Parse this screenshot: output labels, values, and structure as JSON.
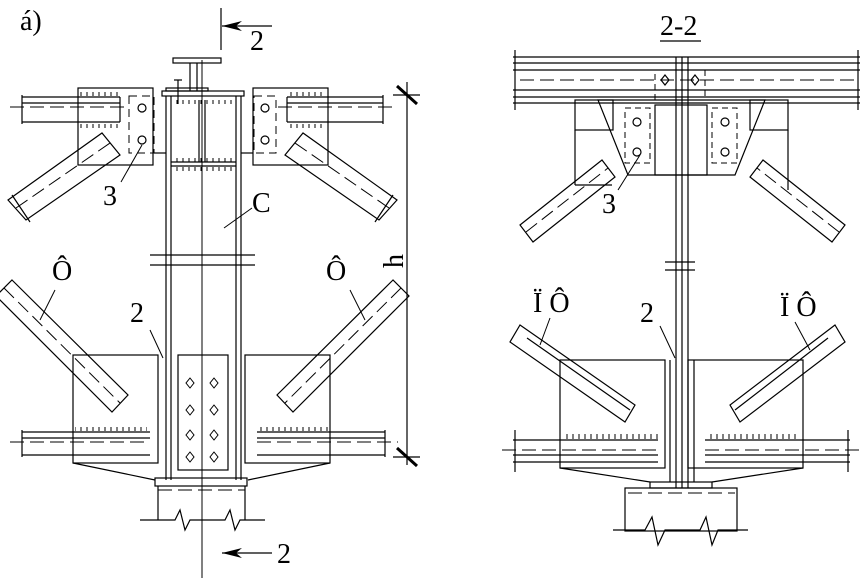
{
  "view_a": {
    "label": "á)",
    "section_top": "2",
    "section_bottom": "2",
    "callout_3": "3",
    "callout_c": "C",
    "callout_f_left": "Ô",
    "callout_f_right": "Ô",
    "callout_2": "2",
    "dimension_h": "h"
  },
  "view_22": {
    "title": "2-2",
    "callout_3": "3",
    "callout_pf_left": "Ï Ô",
    "callout_pf_right": "Ï Ô",
    "callout_2": "2"
  }
}
